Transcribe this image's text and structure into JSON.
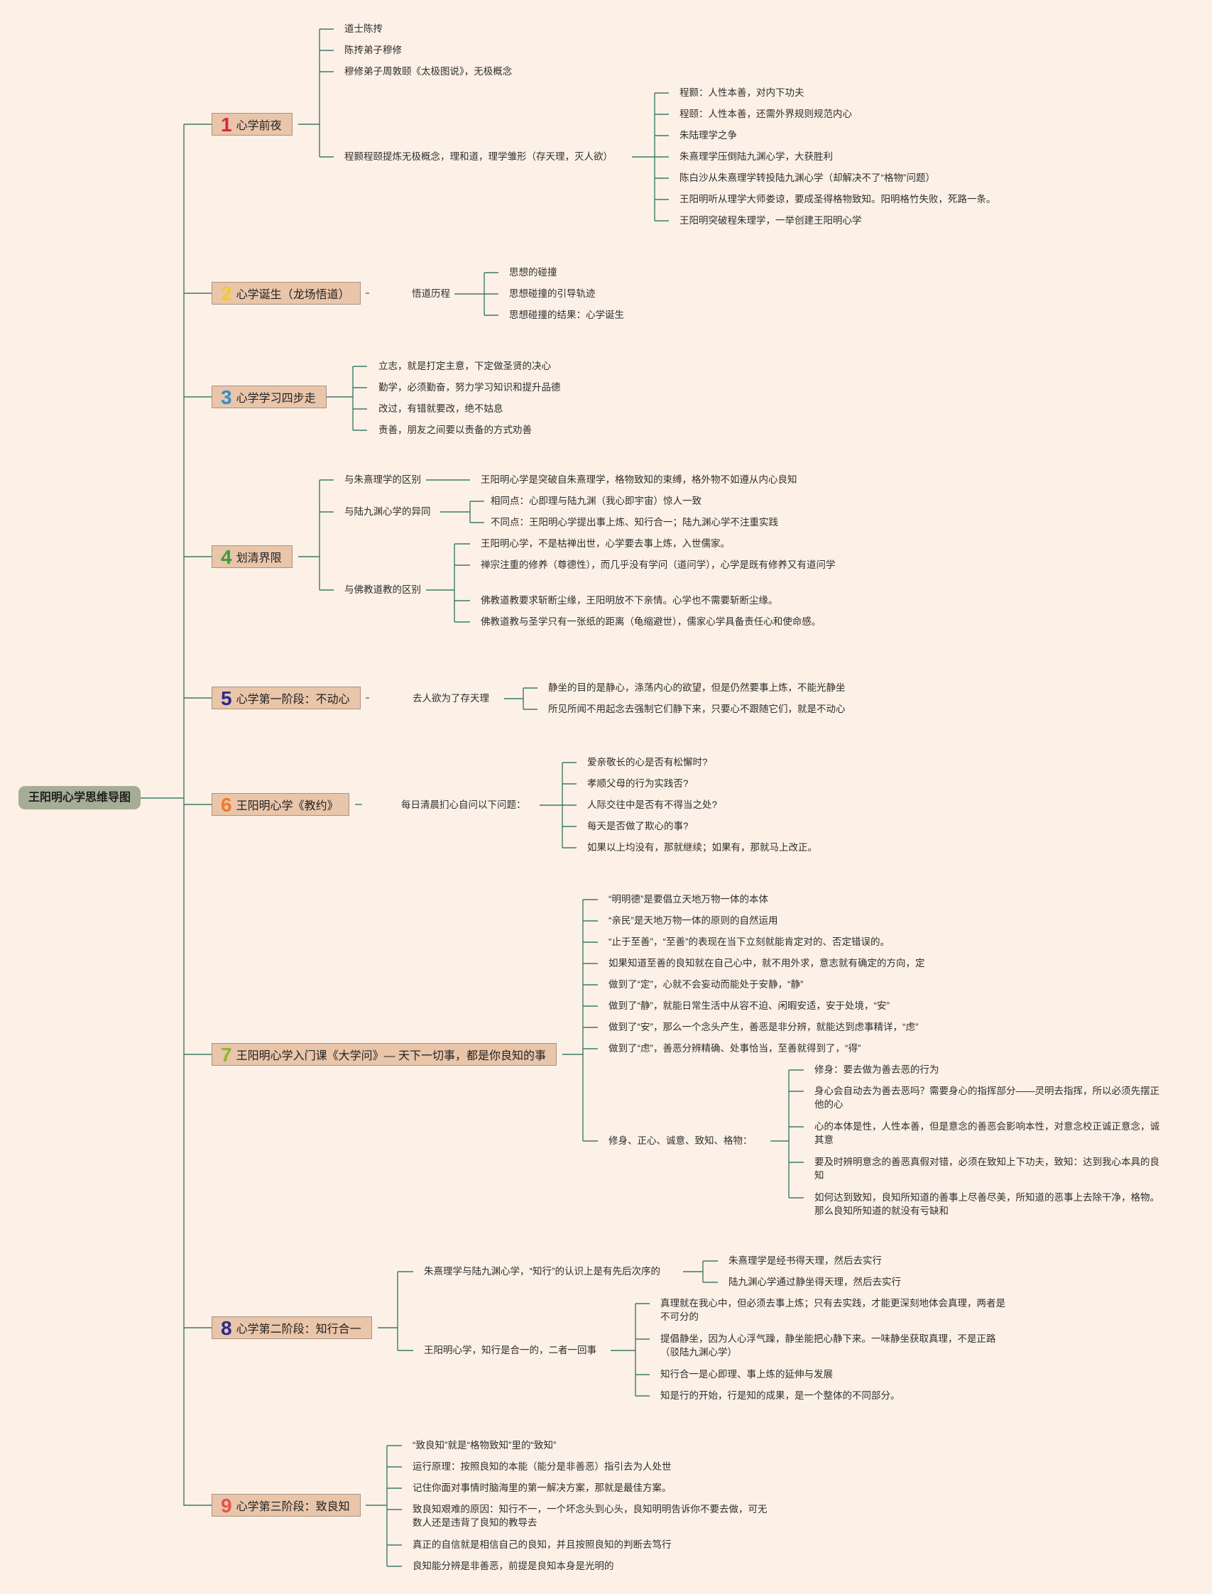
{
  "root": "王阳明心学思维导图",
  "colors": {
    "line": "#3d7a68",
    "branch_bg": "#e9c5aa",
    "root_bg": "#a6ad97",
    "background": "#fdf1e7"
  },
  "branches": [
    {
      "num": "1",
      "label": "心学前夜",
      "color": "#d42a3c",
      "items": [
        "道士陈抟",
        "陈抟弟子穆修",
        "穆修弟子周敦颐《太极图说》，无极概念",
        "程颢程颐提炼无极概念，理和道，理学雏形（存天理，灭人欲）"
      ],
      "sub": [
        "程颢：人性本善，对内下功夫",
        "程颐：人性本善，还需外界规则规范内心",
        "朱陆理学之争",
        "朱熹理学压倒陆九渊心学，大获胜利",
        "陈白沙从朱熹理学转投陆九渊心学（却解决不了“格物”问题）",
        "王阳明听从理学大师娄谅，要成圣得格物致知。阳明格竹失败，死路一条。",
        "王阳明突破程朱理学，一举创建王阳明心学"
      ]
    },
    {
      "num": "2",
      "label": "心学诞生（龙场悟道）",
      "color": "#f5c82c",
      "mid": "悟道历程",
      "items": [
        "思想的碰撞",
        "思想碰撞的引导轨迹",
        "思想碰撞的结果：心学诞生"
      ]
    },
    {
      "num": "3",
      "label": "心学学习四步走",
      "color": "#2f8fce",
      "items": [
        "立志，就是打定主意，下定做圣贤的决心",
        "勤学，必须勤奋，努力学习知识和提升品德",
        "改过，有错就要改，绝不姑息",
        "责善，朋友之间要以责备的方式劝善"
      ]
    },
    {
      "num": "4",
      "label": "划清界限",
      "color": "#3d9a3e",
      "groups": [
        {
          "label": "与朱熹理学的区别",
          "items": [
            "王阳明心学是突破自朱熹理学，格物致知的束缚，格外物不如遵从内心良知"
          ]
        },
        {
          "label": "与陆九渊心学的异同",
          "items": [
            "相同点：心即理与陆九渊（我心即宇宙）惊人一致",
            "不同点：王阳明心学提出事上炼、知行合一；陆九渊心学不注重实践"
          ]
        },
        {
          "label": "与佛教道教的区别",
          "items": [
            "王阳明心学，不是枯禅出世，心学要去事上炼，入世儒家。",
            "禅宗注重的修养（尊德性），而几乎没有学问（道问学），心学是既有修养又有道问学",
            "佛教道教要求斩断尘缘，王阳明放不下亲情。心学也不需要斩断尘缘。",
            "佛教道教与圣学只有一张纸的距离（龟缩避世），儒家心学具备责任心和使命感。"
          ]
        }
      ]
    },
    {
      "num": "5",
      "label": "心学第一阶段：不动心",
      "color": "#2b2a8a",
      "mid": "去人欲为了存天理",
      "items": [
        "静坐的目的是静心，涤荡内心的欲望，但是仍然要事上炼，不能光静坐",
        "所见所闻不用起念去强制它们静下来，只要心不跟随它们，就是不动心"
      ]
    },
    {
      "num": "6",
      "label": "王阳明心学《教约》",
      "color": "#ef7a2a",
      "mid": "每日清晨扪心自问以下问题：",
      "items": [
        "爱亲敬长的心是否有松懈时?",
        "孝顺父母的行为实践否?",
        "人际交往中是否有不得当之处?",
        "每天是否做了欺心的事?",
        "如果以上均没有，那就继续；如果有，那就马上改正。"
      ]
    },
    {
      "num": "7",
      "label": "王阳明心学入门课《大学问》— 天下一切事，都是你良知的事",
      "color": "#8fb52e",
      "items": [
        "“明明德”是要倡立天地万物一体的本体",
        "“亲民”是天地万物一体的原则的自然运用",
        "“止于至善”，“至善”的表现在当下立刻就能肯定对的、否定错误的。",
        "如果知道至善的良知就在自己心中，就不用外求，意志就有确定的方向，定",
        "做到了“定”，心就不会妄动而能处于安静，“静”",
        "做到了“静”，就能日常生活中从容不迫、闲暇安适，安于处境，“安”",
        "做到了“安”，那么一个念头产生，善恶是非分辨，就能达到虑事精详，“虑”",
        "做到了“虑”，善恶分辨精确、处事恰当，至善就得到了，“得”",
        "修身、正心、诚意、致知、格物："
      ],
      "sub": [
        "修身：要去做为善去恶的行为",
        "身心会自动去为善去恶吗？需要身心的指挥部分——灵明去指挥，所以必须先摆正他的心",
        "心的本体是性，人性本善，但是意念的善恶会影响本性，对意念校正诚正意念，诚其意",
        "要及时辨明意念的善恶真假对错，必须在致知上下功夫，致知：达到我心本具的良知",
        "如何达到致知，良知所知道的善事上尽善尽美，所知道的恶事上去除干净，格物。那么良知所知道的就没有亏缺和"
      ]
    },
    {
      "num": "8",
      "label": "心学第二阶段：知行合一",
      "color": "#2b2a8a",
      "groups": [
        {
          "label": "朱熹理学与陆九渊心学，“知行”的认识上是有先后次序的",
          "items": [
            "朱熹理学是经书得天理，然后去实行",
            "陆九渊心学通过静坐得天理，然后去实行"
          ]
        },
        {
          "label": "王阳明心学，知行是合一的，二者一回事",
          "items": [
            "真理就在我心中，但必须去事上炼；只有去实践，才能更深刻地体会真理，两者是不可分的",
            "提倡静坐，因为人心浮气躁，静坐能把心静下来。一味静坐获取真理，不是正路（驳陆九渊心学）",
            "知行合一是心即理、事上炼的延伸与发展",
            "知是行的开始，行是知的成果，是一个整体的不同部分。"
          ]
        }
      ]
    },
    {
      "num": "9",
      "label": "心学第三阶段：致良知",
      "color": "#e8514c",
      "items": [
        "“致良知”就是“格物致知”里的“致知”",
        "运行原理：按照良知的本能（能分是非善恶）指引去为人处世",
        "记住你面对事情时脑海里的第一解决方案，那就是最佳方案。",
        "致良知艰难的原因：知行不一，一个坏念头到心头，良知明明告诉你不要去做，可无数人还是违背了良知的教导去",
        "真正的自信就是相信自己的良知，并且按照良知的判断去笃行",
        "良知能分辨是非善恶，前提是良知本身是光明的"
      ]
    }
  ]
}
